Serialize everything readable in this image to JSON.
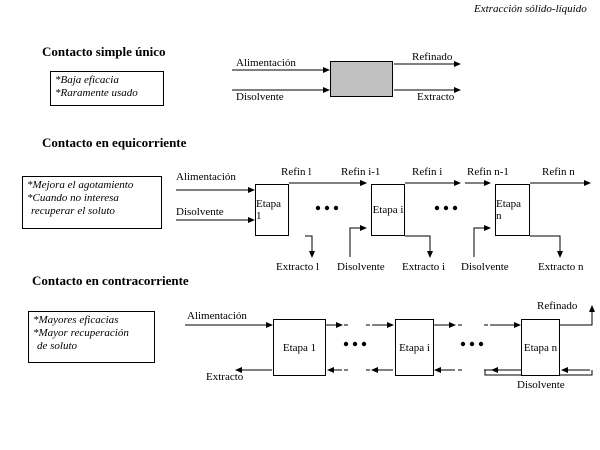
{
  "title": "Extracción sólido-líquido",
  "simple": {
    "heading": "Contacto simple único",
    "notes": [
      "*Baja eficacia",
      "*Raramente usado"
    ],
    "in_top": "Alimentación",
    "in_bottom": "Disolvente",
    "out_top": "Refinado",
    "out_bottom": "Extracto"
  },
  "equi": {
    "heading": "Contacto en equicorriente",
    "notes": [
      "*Mejora el agotamiento",
      "*Cuando no interesa",
      "recuperar el soluto"
    ],
    "feed": "Alimentación",
    "solvent": "Disolvente",
    "stages": [
      "Etapa 1",
      "Etapa i",
      "Etapa n"
    ],
    "refin": [
      "Refin l",
      "Refin i-1",
      "Refin i",
      "Refin n-1",
      "Refin n"
    ],
    "bottom": [
      "Extracto l",
      "Disolvente",
      "Extracto i",
      "Disolvente",
      "Extracto n"
    ]
  },
  "counter": {
    "heading": "Contacto en contracorriente",
    "notes": [
      "*Mayores eficacias",
      "*Mayor recuperación",
      "de soluto"
    ],
    "feed": "Alimentación",
    "extract": "Extracto",
    "raffinate": "Refinado",
    "solvent": "Disolvente",
    "stages": [
      "Etapa 1",
      "Etapa i",
      "Etapa n"
    ]
  },
  "colors": {
    "box_fill": "#c0c0c0",
    "line": "#000000"
  }
}
